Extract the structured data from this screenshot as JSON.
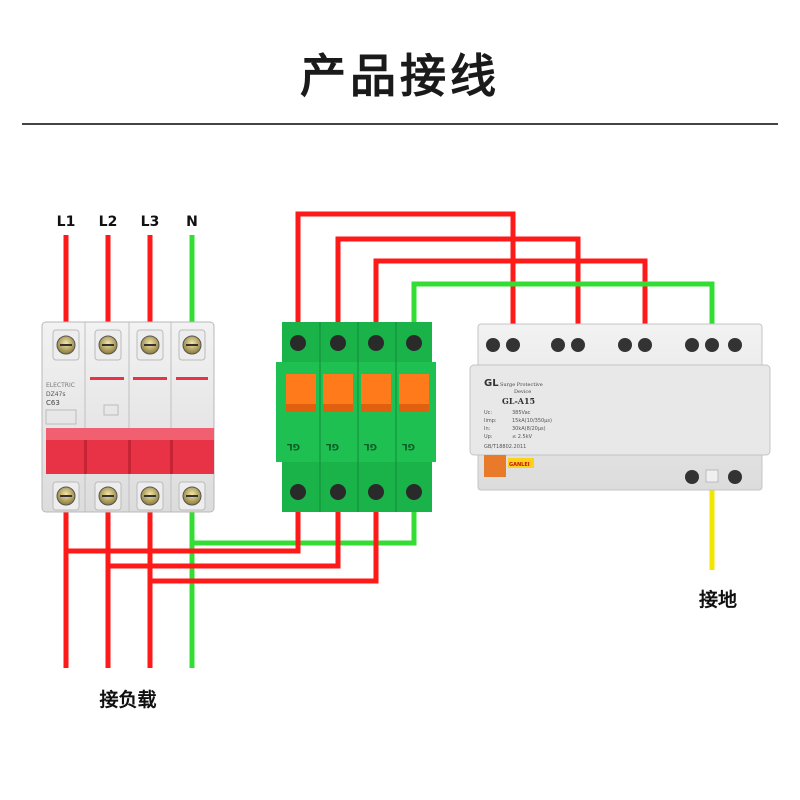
{
  "title": "产品接线",
  "inputs": {
    "l1": "L1",
    "l2": "L2",
    "l3": "L3",
    "n": "N"
  },
  "breaker": {
    "brand": "ELECTRIC",
    "model": "DZ47s",
    "rating": "C63"
  },
  "spd": {
    "logo": "GL",
    "name_line1": "Surge Protective",
    "name_line2": "Device",
    "model": "GL-A15",
    "spec_uc": "Uc:",
    "spec_uc_val": "385Vac",
    "spec_imp": "Iimp:",
    "spec_imp_val": "15kA(10/350μs)",
    "spec_in": "In:",
    "spec_in_val": "30kA(8/20μs)",
    "spec_up": "Up:",
    "spec_up_val": "≤ 2.5kV",
    "standard": "GB/T18802.2011",
    "qr_label": "GANLEI"
  },
  "labels": {
    "load": "接负载",
    "ground": "接地"
  },
  "colors": {
    "phase": "#ff1a1a",
    "neutral": "#33dd33",
    "ground": "#f2e600",
    "switch": "#19b34a",
    "breaker_handle": "#e83346"
  }
}
